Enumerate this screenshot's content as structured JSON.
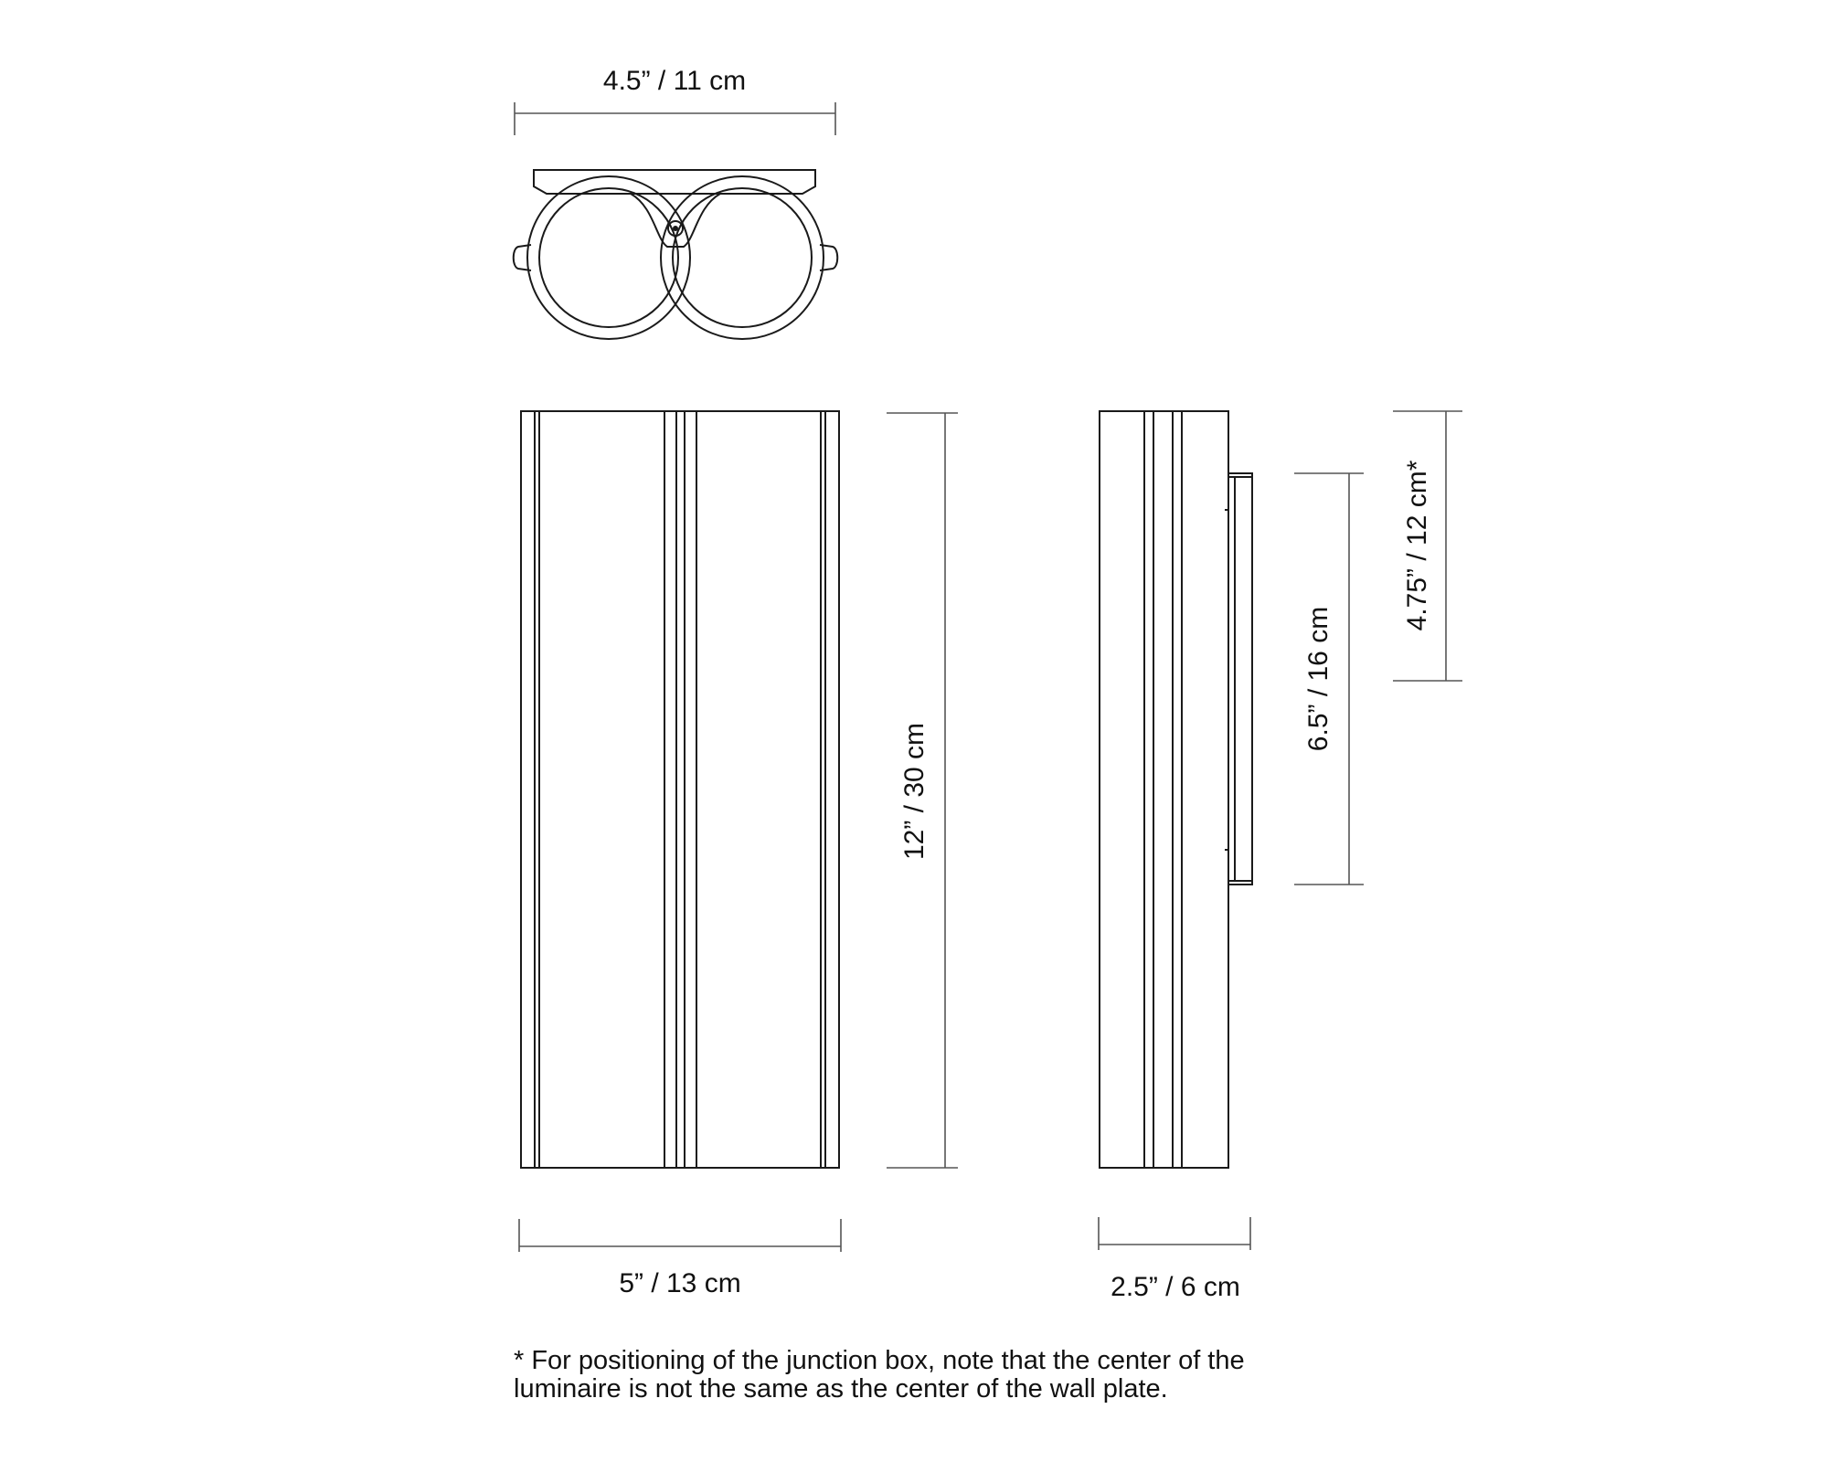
{
  "dimensions": {
    "top_width": "4.5” / 11 cm",
    "front_height": "12” / 30  cm",
    "front_width": "5” / 13 cm",
    "side_width": "2.5” / 6 cm",
    "plate_height": "6.5” / 16  cm",
    "junction_offset": "4.75” / 12  cm*"
  },
  "footnote": {
    "line1": "* For positioning of the junction box, note that the center of the",
    "line2": "luminaire is not the same as the center of the wall plate."
  }
}
